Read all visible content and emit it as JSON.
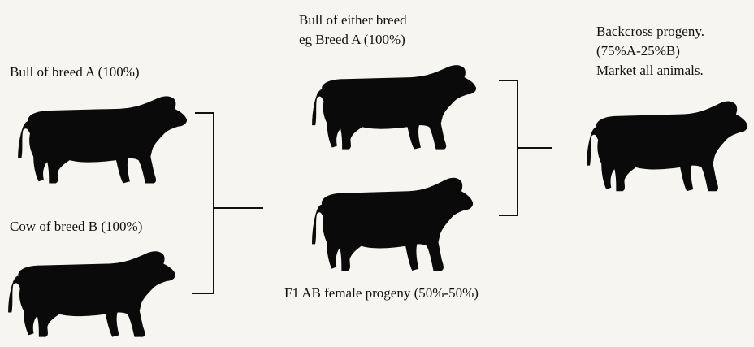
{
  "labels": {
    "bull_a": "Bull of breed A (100%)",
    "cow_b": "Cow of breed B (100%)",
    "bull_either_line1": "Bull of either breed",
    "bull_either_line2": "eg Breed A (100%)",
    "f1_female": "F1 AB female progeny (50%-50%)",
    "backcross_line1": "Backcross progeny.",
    "backcross_line2": "(75%A-25%B)",
    "backcross_line3": "Market all animals."
  },
  "colors": {
    "silhouette": "#0a0a0a",
    "background": "#f6f5f1",
    "lines": "#111111"
  },
  "icons": {
    "bull_a": "bull-silhouette-icon",
    "cow_b": "cow-silhouette-icon",
    "bull_either": "bull-silhouette-icon",
    "f1_female": "cow-silhouette-icon",
    "backcross": "cow-silhouette-icon"
  }
}
